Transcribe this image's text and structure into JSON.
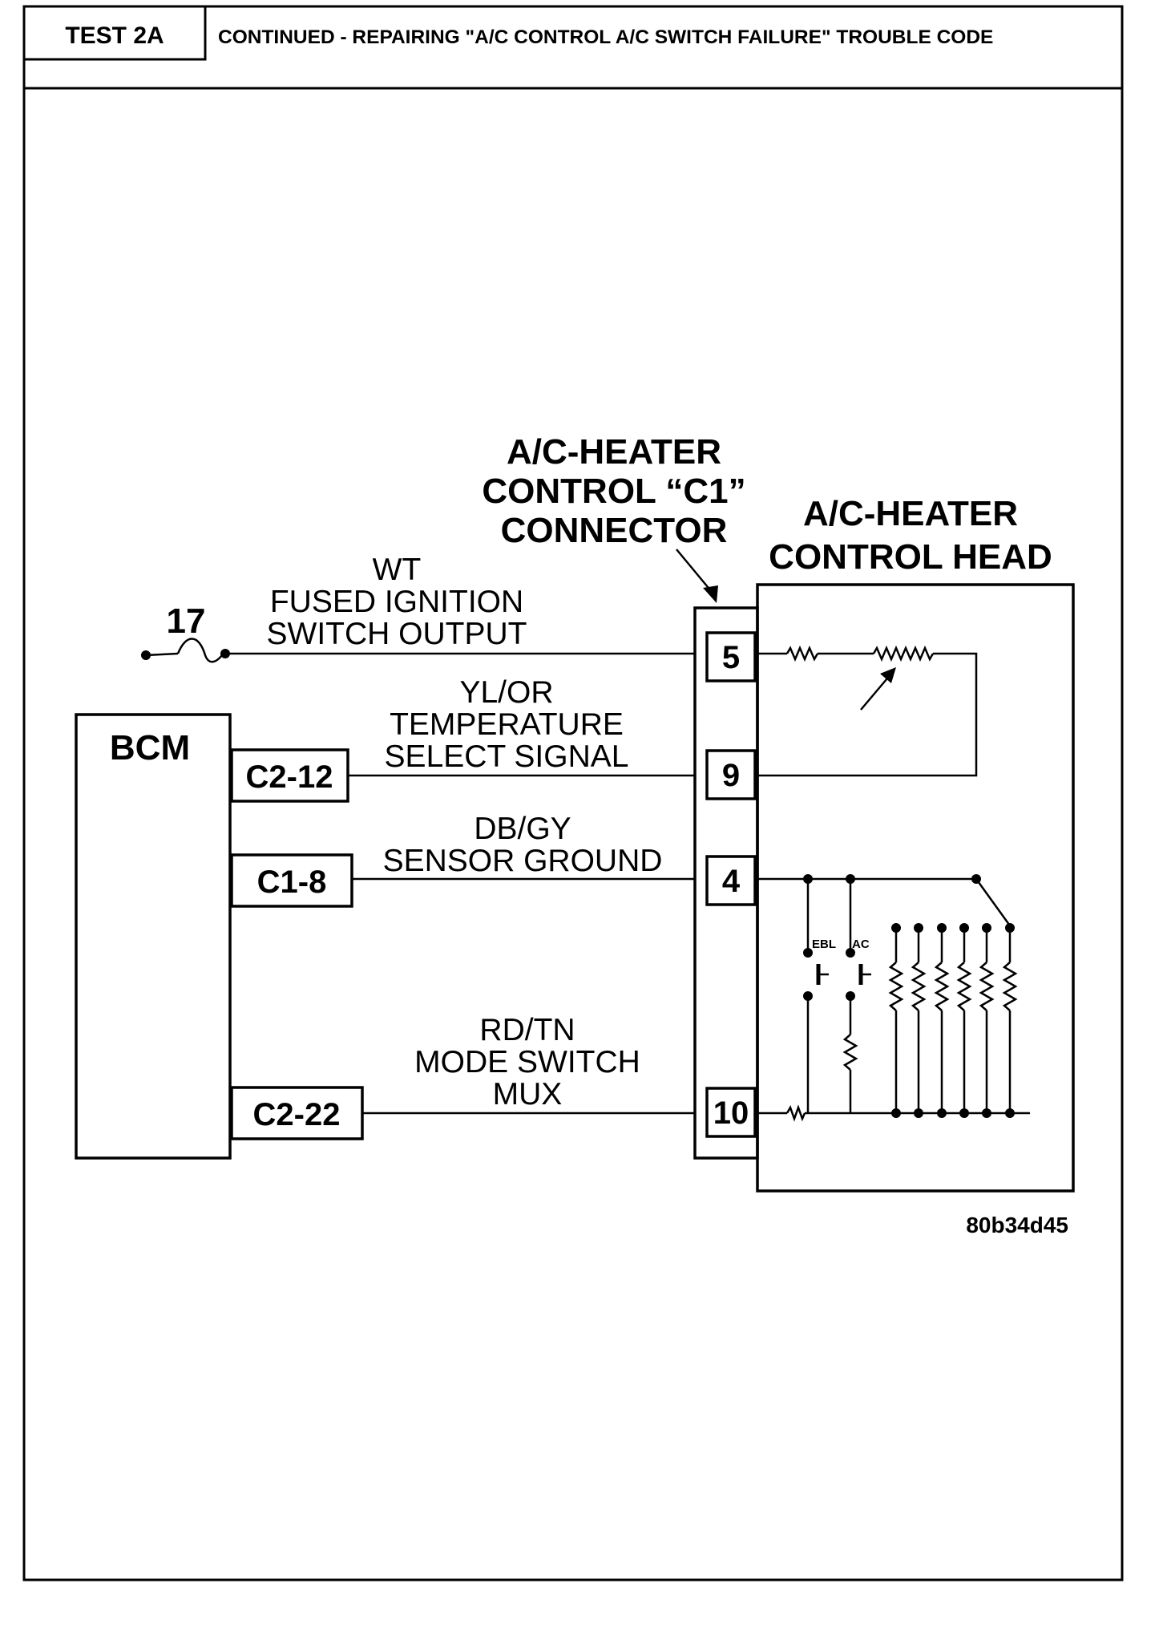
{
  "header": {
    "test_id": "TEST 2A",
    "title": "CONTINUED - REPAIRING \"A/C CONTROL A/C SWITCH FAILURE\" TROUBLE CODE"
  },
  "diagram": {
    "connector_title": [
      "A/C-HEATER",
      "CONTROL “C1”",
      "CONNECTOR"
    ],
    "control_head_title": [
      "A/C-HEATER",
      "CONTROL HEAD"
    ],
    "module_label": "BCM",
    "fuse_number": "17",
    "wires": [
      {
        "color": "WT",
        "desc_1": "FUSED IGNITION",
        "desc_2": "SWITCH OUTPUT",
        "pin": "5",
        "bcm_pin": ""
      },
      {
        "color": "YL/OR",
        "desc_1": "TEMPERATURE",
        "desc_2": "SELECT SIGNAL",
        "pin": "9",
        "bcm_pin": "C2-12"
      },
      {
        "color": "DB/GY",
        "desc_1": "SENSOR GROUND",
        "desc_2": "",
        "pin": "4",
        "bcm_pin": "C1-8"
      },
      {
        "color": "RD/TN",
        "desc_1": "MODE SWITCH",
        "desc_2": "MUX",
        "pin": "10",
        "bcm_pin": "C2-22"
      }
    ],
    "switch_labels": [
      "EBL",
      "AC"
    ],
    "figure_id": "80b34d45"
  }
}
